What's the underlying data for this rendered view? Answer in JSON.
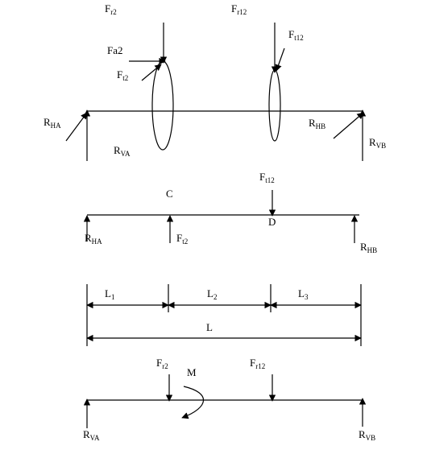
{
  "labels": {
    "fr2_top": {
      "main": "F",
      "sub": "r2"
    },
    "fr12_top": {
      "main": "F",
      "sub": "r12"
    },
    "fa2": {
      "main": "Fa2",
      "sub": ""
    },
    "ft2_top": {
      "main": "F",
      "sub": "t2"
    },
    "ft12_top": {
      "main": "F",
      "sub": "t12"
    },
    "rha_top": {
      "main": "R",
      "sub": "HA"
    },
    "rva_top": {
      "main": "R",
      "sub": "VA"
    },
    "rhb_top": {
      "main": "R",
      "sub": "HB"
    },
    "rvb_top": {
      "main": "R",
      "sub": "VB"
    },
    "c": {
      "main": "C",
      "sub": ""
    },
    "ft12_mid": {
      "main": "F",
      "sub": "t12"
    },
    "d": {
      "main": "D",
      "sub": ""
    },
    "rha_mid": {
      "main": "R",
      "sub": "HA"
    },
    "ft2_mid": {
      "main": "F",
      "sub": "t2"
    },
    "rhb_mid": {
      "main": "R",
      "sub": "HB"
    },
    "l1": {
      "main": "L",
      "sub": "1"
    },
    "l2": {
      "main": "L",
      "sub": "2"
    },
    "l3": {
      "main": "L",
      "sub": "3"
    },
    "l": {
      "main": "L",
      "sub": ""
    },
    "fr2_bot": {
      "main": "F",
      "sub": "r2"
    },
    "m": {
      "main": "M",
      "sub": ""
    },
    "fr12_bot": {
      "main": "F",
      "sub": "r12"
    },
    "rva_bot": {
      "main": "R",
      "sub": "VA"
    },
    "rvb_bot": {
      "main": "R",
      "sub": "VB"
    }
  }
}
